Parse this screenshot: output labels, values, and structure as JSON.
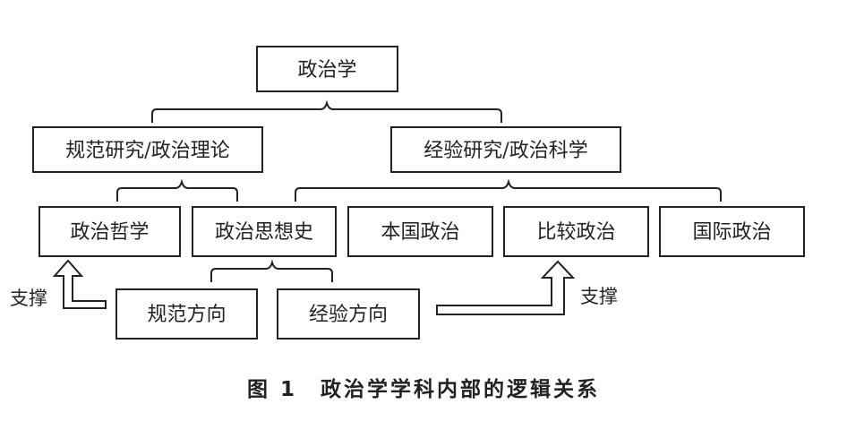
{
  "nodes": {
    "root": "政治学",
    "normative": "规范研究/政治理论",
    "empirical": "经验研究/政治科学",
    "philosophy": "政治哲学",
    "history": "政治思想史",
    "domestic": "本国政治",
    "comparative": "比较政治",
    "international": "国际政治",
    "normative_dir": "规范方向",
    "empirical_dir": "经验方向"
  },
  "support_left": "支撑",
  "support_right": "支撑",
  "caption": "图 1　政治学学科内部的逻辑关系"
}
